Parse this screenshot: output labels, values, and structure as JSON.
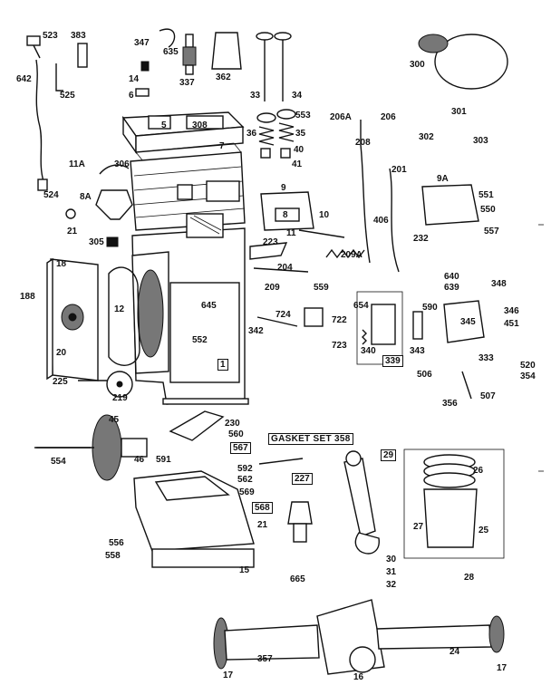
{
  "diagram": {
    "labels": [
      {
        "id": "523",
        "text": "523"
      },
      {
        "id": "383",
        "text": "383"
      },
      {
        "id": "347",
        "text": "347"
      },
      {
        "id": "635",
        "text": "635"
      },
      {
        "id": "337",
        "text": "337"
      },
      {
        "id": "362",
        "text": "362"
      },
      {
        "id": "300",
        "text": "300"
      },
      {
        "id": "642",
        "text": "642"
      },
      {
        "id": "14",
        "text": "14"
      },
      {
        "id": "6",
        "text": "6"
      },
      {
        "id": "525",
        "text": "525"
      },
      {
        "id": "33",
        "text": "33"
      },
      {
        "id": "34",
        "text": "34"
      },
      {
        "id": "553",
        "text": "553"
      },
      {
        "id": "206A",
        "text": "206A"
      },
      {
        "id": "206",
        "text": "206"
      },
      {
        "id": "301",
        "text": "301"
      },
      {
        "id": "302",
        "text": "302"
      },
      {
        "id": "303",
        "text": "303"
      },
      {
        "id": "5",
        "text": "5"
      },
      {
        "id": "308",
        "text": "308"
      },
      {
        "id": "36",
        "text": "36"
      },
      {
        "id": "35",
        "text": "35"
      },
      {
        "id": "7",
        "text": "7"
      },
      {
        "id": "40",
        "text": "40"
      },
      {
        "id": "41",
        "text": "41"
      },
      {
        "id": "208",
        "text": "208"
      },
      {
        "id": "201",
        "text": "201"
      },
      {
        "id": "11A",
        "text": "11A"
      },
      {
        "id": "306",
        "text": "306"
      },
      {
        "id": "524",
        "text": "524"
      },
      {
        "id": "8A",
        "text": "8A"
      },
      {
        "id": "9",
        "text": "9"
      },
      {
        "id": "8",
        "text": "8"
      },
      {
        "id": "10",
        "text": "10"
      },
      {
        "id": "9A",
        "text": "9A"
      },
      {
        "id": "551",
        "text": "551"
      },
      {
        "id": "550",
        "text": "550"
      },
      {
        "id": "557",
        "text": "557"
      },
      {
        "id": "21a",
        "text": "21"
      },
      {
        "id": "406",
        "text": "406"
      },
      {
        "id": "232",
        "text": "232"
      },
      {
        "id": "11",
        "text": "11"
      },
      {
        "id": "305",
        "text": "305"
      },
      {
        "id": "223",
        "text": "223"
      },
      {
        "id": "209A",
        "text": "209A"
      },
      {
        "id": "204",
        "text": "204"
      },
      {
        "id": "18",
        "text": "18"
      },
      {
        "id": "188",
        "text": "188"
      },
      {
        "id": "209",
        "text": "209"
      },
      {
        "id": "559",
        "text": "559"
      },
      {
        "id": "640",
        "text": "640"
      },
      {
        "id": "639",
        "text": "639"
      },
      {
        "id": "348",
        "text": "348"
      },
      {
        "id": "12",
        "text": "12"
      },
      {
        "id": "645",
        "text": "645"
      },
      {
        "id": "654",
        "text": "654"
      },
      {
        "id": "590",
        "text": "590"
      },
      {
        "id": "346",
        "text": "346"
      },
      {
        "id": "345",
        "text": "345"
      },
      {
        "id": "451",
        "text": "451"
      },
      {
        "id": "724",
        "text": "724"
      },
      {
        "id": "722",
        "text": "722"
      },
      {
        "id": "723",
        "text": "723"
      },
      {
        "id": "342",
        "text": "342"
      },
      {
        "id": "20",
        "text": "20"
      },
      {
        "id": "552",
        "text": "552"
      },
      {
        "id": "1",
        "text": "1"
      },
      {
        "id": "340",
        "text": "340"
      },
      {
        "id": "343",
        "text": "343"
      },
      {
        "id": "339",
        "text": "339"
      },
      {
        "id": "333",
        "text": "333"
      },
      {
        "id": "520",
        "text": "520"
      },
      {
        "id": "354",
        "text": "354"
      },
      {
        "id": "225",
        "text": "225"
      },
      {
        "id": "219",
        "text": "219"
      },
      {
        "id": "506",
        "text": "506"
      },
      {
        "id": "507",
        "text": "507"
      },
      {
        "id": "356",
        "text": "356"
      },
      {
        "id": "45",
        "text": "45"
      },
      {
        "id": "230",
        "text": "230"
      },
      {
        "id": "560",
        "text": "560"
      },
      {
        "id": "567",
        "text": "567"
      },
      {
        "id": "554",
        "text": "554"
      },
      {
        "id": "46",
        "text": "46"
      },
      {
        "id": "591",
        "text": "591"
      },
      {
        "id": "29",
        "text": "29"
      },
      {
        "id": "26",
        "text": "26"
      },
      {
        "id": "592",
        "text": "592"
      },
      {
        "id": "562",
        "text": "562"
      },
      {
        "id": "227",
        "text": "227"
      },
      {
        "id": "569",
        "text": "569"
      },
      {
        "id": "568",
        "text": "568"
      },
      {
        "id": "21b",
        "text": "21"
      },
      {
        "id": "27",
        "text": "27"
      },
      {
        "id": "25",
        "text": "25"
      },
      {
        "id": "556",
        "text": "556"
      },
      {
        "id": "558",
        "text": "558"
      },
      {
        "id": "15",
        "text": "15"
      },
      {
        "id": "30",
        "text": "30"
      },
      {
        "id": "31",
        "text": "31"
      },
      {
        "id": "32",
        "text": "32"
      },
      {
        "id": "28",
        "text": "28"
      },
      {
        "id": "665",
        "text": "665"
      },
      {
        "id": "17a",
        "text": "17"
      },
      {
        "id": "357",
        "text": "357"
      },
      {
        "id": "24",
        "text": "24"
      },
      {
        "id": "17b",
        "text": "17"
      },
      {
        "id": "16",
        "text": "16"
      }
    ],
    "gasket_set": "GASKET SET 358"
  }
}
